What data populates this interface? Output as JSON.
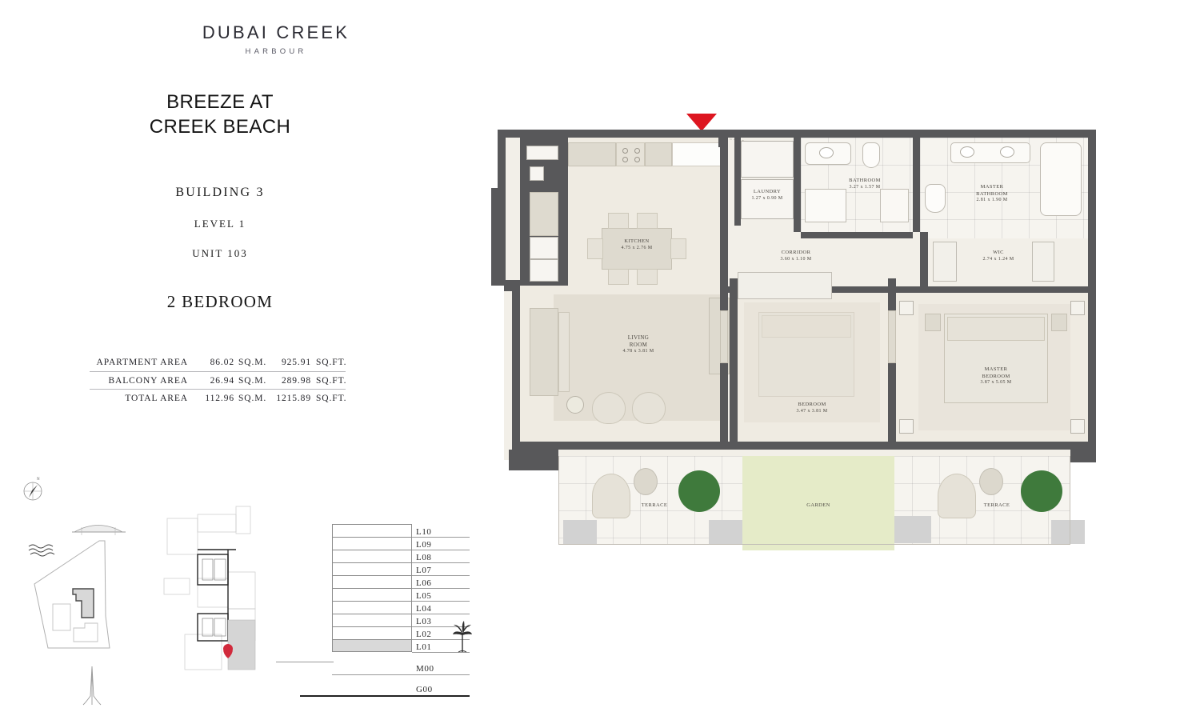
{
  "brand": {
    "name": "DUBAI CREEK",
    "sub": "HARBOUR"
  },
  "project": {
    "title_line1": "BREEZE AT",
    "title_line2": "CREEK BEACH",
    "building": "BUILDING 3",
    "level": "LEVEL 1",
    "unit": "UNIT 103",
    "type": "2 BEDROOM"
  },
  "area_table": {
    "rows": [
      {
        "label": "APARTMENT AREA",
        "sqm": "86.02",
        "sqm_unit": "SQ.M.",
        "sqft": "925.91",
        "sqft_unit": "SQ.FT."
      },
      {
        "label": "BALCONY AREA",
        "sqm": "26.94",
        "sqm_unit": "SQ.M.",
        "sqft": "289.98",
        "sqft_unit": "SQ.FT."
      },
      {
        "label": "TOTAL AREA",
        "sqm": "112.96",
        "sqm_unit": "SQ.M.",
        "sqft": "1215.89",
        "sqft_unit": "SQ.FT."
      }
    ]
  },
  "level_diagram": {
    "active_level": "L01",
    "levels": [
      "L10",
      "L09",
      "L08",
      "L07",
      "L06",
      "L05",
      "L04",
      "L03",
      "L02",
      "L01"
    ],
    "below": [
      "M00",
      "G00"
    ]
  },
  "rooms": [
    {
      "id": "kitchen",
      "name": "KITCHEN",
      "dim": "4.75 x 2.76 M"
    },
    {
      "id": "living-room",
      "name": "LIVING\nROOM",
      "name1": "LIVING",
      "name2": "ROOM",
      "dim": "4.78 x 3.81 M"
    },
    {
      "id": "laundry",
      "name": "LAUNDRY",
      "dim": "1.27 x 0.90 M"
    },
    {
      "id": "bathroom",
      "name": "BATHROOM",
      "dim": "3.27 x 1.57 M"
    },
    {
      "id": "master-bathroom",
      "name1": "MASTER",
      "name2": "BATHROOM",
      "dim": "2.81 x 1.90 M"
    },
    {
      "id": "corridor",
      "name": "CORRIDOR",
      "dim": "3.60 x 1.10 M"
    },
    {
      "id": "wic",
      "name": "WIC",
      "dim": "2.74 x 1.24 M"
    },
    {
      "id": "bedroom",
      "name": "BEDROOM",
      "dim": "3.47 x 3.81 M"
    },
    {
      "id": "master-bedroom",
      "name1": "MASTER",
      "name2": "BEDROOM",
      "dim": "3.87 x 5.05 M"
    },
    {
      "id": "terrace-left",
      "name": "TERRACE",
      "dim": ""
    },
    {
      "id": "terrace-right",
      "name": "TERRACE",
      "dim": ""
    },
    {
      "id": "garden",
      "name": "GARDEN",
      "dim": ""
    }
  ],
  "colors": {
    "entry_marker": "#dd1620",
    "unit_marker": "#d12a3c",
    "wall": "#58585a",
    "garden": "#e5ebc8",
    "floor": "#f2efe8"
  }
}
